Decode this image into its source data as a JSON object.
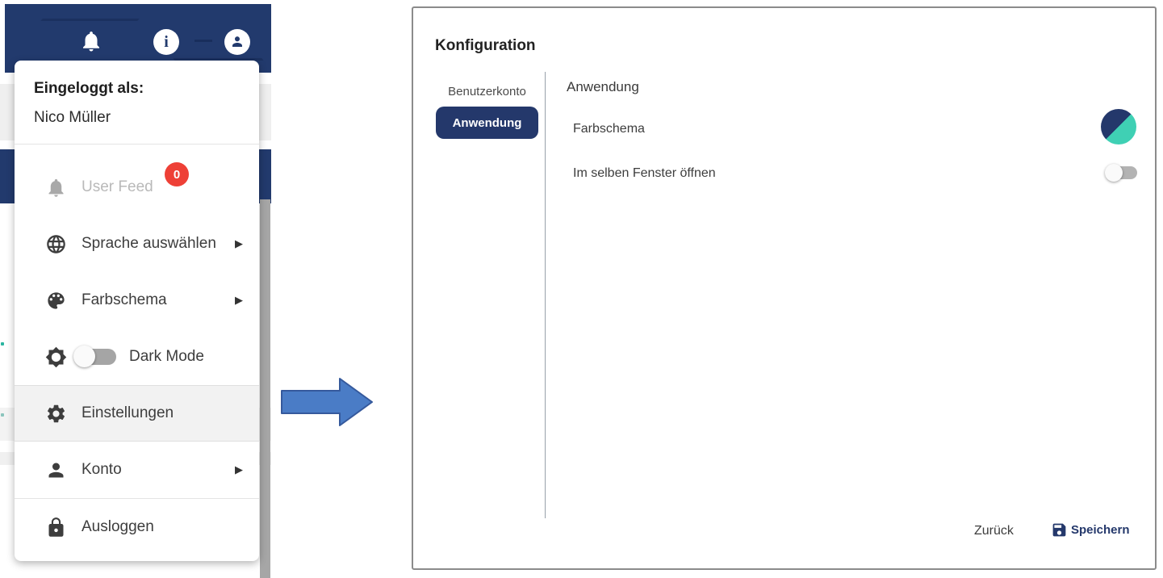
{
  "header": {
    "bell_icon": "notifications",
    "info_icon": "i",
    "account_icon": "user"
  },
  "user_menu": {
    "logged_in_label": "Eingeloggt als:",
    "user_name": "Nico Müller",
    "items": [
      {
        "label": "User Feed",
        "icon": "bell",
        "badge": "0",
        "disabled": true
      },
      {
        "label": "Sprache auswählen",
        "icon": "globe",
        "submenu_arrow": "▶"
      },
      {
        "label": "Farbschema",
        "icon": "palette",
        "submenu_arrow": "▶"
      },
      {
        "label": "Dark Mode",
        "icon": "brightness-sun",
        "toggle_state": "off"
      },
      {
        "label": "Einstellungen",
        "icon": "gear",
        "highlighted": true
      },
      {
        "label": "Konto",
        "icon": "person",
        "submenu_arrow": "▶"
      },
      {
        "label": "Ausloggen",
        "icon": "lock"
      }
    ]
  },
  "dialog": {
    "title": "Konfiguration",
    "tabs": [
      {
        "label": "Benutzerkonto",
        "active": false
      },
      {
        "label": "Anwendung",
        "active": true
      }
    ],
    "content": {
      "heading": "Anwendung",
      "rows": [
        {
          "label": "Farbschema",
          "control": "color-scheme-circle",
          "colors": [
            "#24386b",
            "#3fd0b4"
          ]
        },
        {
          "label": "Im selben Fenster öffnen",
          "control": "toggle",
          "state": "off"
        }
      ]
    },
    "footer": {
      "back_label": "Zurück",
      "save_label": "Speichern"
    }
  },
  "colors": {
    "navy": "#223a6d",
    "teal": "#3fd0b4",
    "badge_red": "#ee4036",
    "arrow_blue": "#4a7cc6"
  }
}
